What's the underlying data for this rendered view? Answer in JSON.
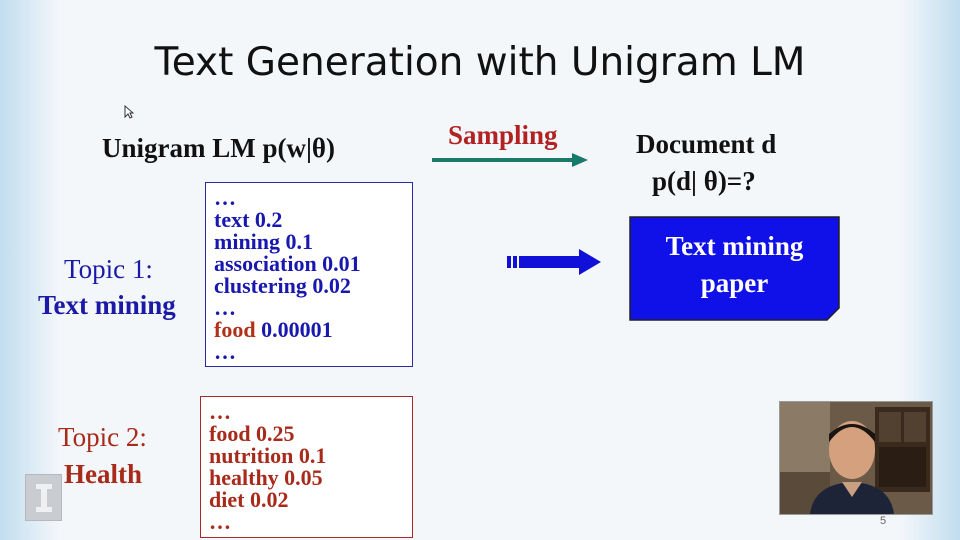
{
  "slide": {
    "title": "Text Generation with Unigram LM",
    "unigram_heading": "Unigram LM  p(w|θ)",
    "sampling_label": "Sampling",
    "document_heading": "Document d",
    "document_prob": "p(d| θ)=?",
    "topic1": {
      "title": "Topic 1:",
      "name": "Text mining",
      "lines": [
        "…",
        "text  0.2",
        "mining 0.1",
        "association 0.01",
        "clustering 0.02",
        "…"
      ],
      "food_word": "food",
      "food_value": " 0.00001",
      "last": "…"
    },
    "topic2": {
      "title": "Topic 2:",
      "name": "Health",
      "lines": [
        "…",
        "food 0.25",
        "nutrition 0.1",
        "healthy 0.05",
        "diet 0.02",
        "…"
      ]
    },
    "document_box": {
      "line1": "Text mining",
      "line2": "paper"
    },
    "page_number": "5"
  },
  "colors": {
    "blue": "#1818b0",
    "red": "#a82a1a",
    "teal_arrow": "#1a7a6a",
    "document_box": "#1010e8"
  }
}
